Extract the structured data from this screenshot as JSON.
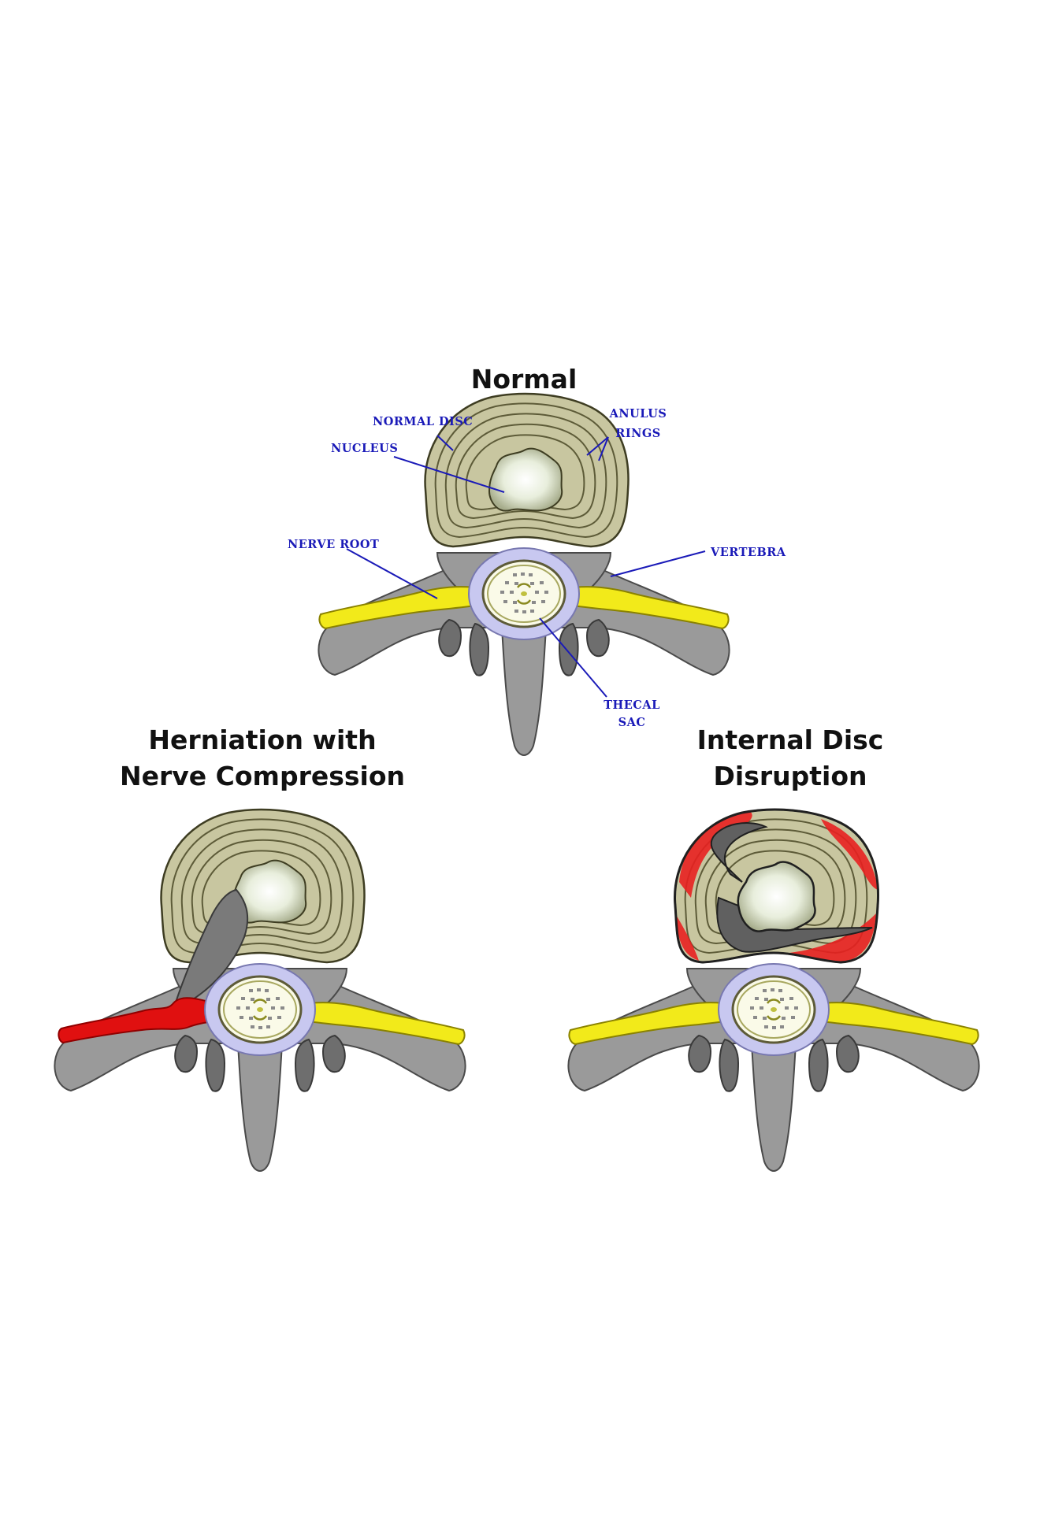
{
  "panels": {
    "normal": {
      "title": "Normal",
      "labels": {
        "normal_disc": "NORMAL DISC",
        "nucleus": "NUCLEUS",
        "anulus_line1": "ANULUS",
        "anulus_line2": "RINGS",
        "nerve_root": "NERVE ROOT",
        "vertebra": "VERTEBRA",
        "thecal_line1": "THECAL",
        "thecal_line2": "SAC"
      }
    },
    "herniation": {
      "title_line1": "Herniation with",
      "title_line2": "Nerve Compression"
    },
    "idd": {
      "title_line1": "Internal Disc",
      "title_line2": "Disruption"
    }
  },
  "colors": {
    "bone": "#9a9a9a",
    "bone_dark": "#707070",
    "disc": "#c8c6a0",
    "ring": "#5d5b38",
    "nucleus": "#f4f8ee",
    "nerve": "#f2ea1a",
    "inflamed_nerve": "#e01010",
    "thecal_sac": "#c8c8f0",
    "annotation": "#1a1ab8",
    "fissure": "#606060"
  }
}
